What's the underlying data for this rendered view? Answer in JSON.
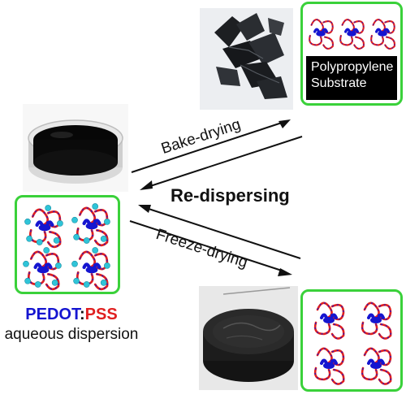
{
  "material": {
    "name_part1": "PEDOT",
    "separator": ":",
    "name_part2": "PSS",
    "description": "aqueous dispersion",
    "colors": {
      "pedot": "#1515d0",
      "pss": "#e01f1f"
    }
  },
  "processes": {
    "bake_drying": "Bake-drying",
    "freeze_drying": "Freeze-drying",
    "redispersing": "Re-dispersing"
  },
  "substrate": {
    "line1": "Polypropylene",
    "line2": "Substrate"
  },
  "colors": {
    "panel_border": "#3ad13a",
    "pss_chain": "#e01f1f",
    "pedot_core": "#1515d0",
    "counterion": "#2fc4d8",
    "substrate": "#000000"
  }
}
